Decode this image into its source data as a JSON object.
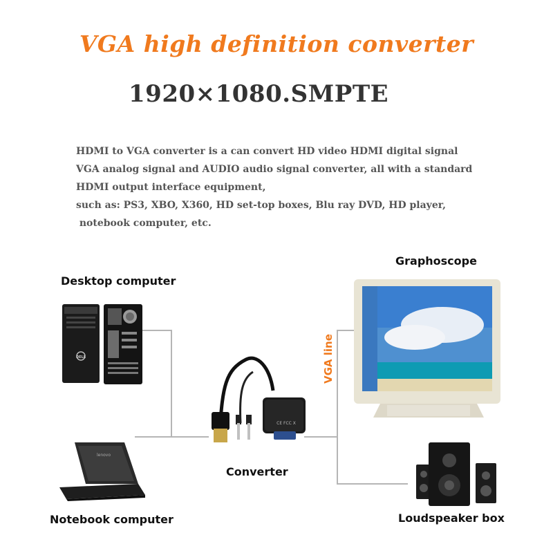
{
  "header": {
    "title": "VGA high definition converter",
    "subtitle": "1920×1080.SMPTE"
  },
  "description": {
    "lines": [
      "HDMI to VGA converter is a can convert HD video HDMI digital signal",
      "VGA analog signal and AUDIO audio signal converter, all with a standard",
      "HDMI output interface equipment,",
      "such as: PS3, XBO, X360, HD set-top boxes, Blu ray DVD, HD player,",
      " notebook computer, etc."
    ]
  },
  "diagram": {
    "desktop_label": "Desktop computer",
    "notebook_label": "Notebook computer",
    "converter_label": "Converter",
    "graphoscope_label": "Graphoscope",
    "speaker_label": "Loudspeaker box",
    "vga_line_label": "VGA line",
    "pc_brand": "DELL",
    "laptop_brand": "lenovo",
    "converter_badge": "CE FCC X"
  },
  "colors": {
    "accent": "#f07a1e",
    "wire": "#b5b5b5",
    "text_dark": "#333333"
  }
}
